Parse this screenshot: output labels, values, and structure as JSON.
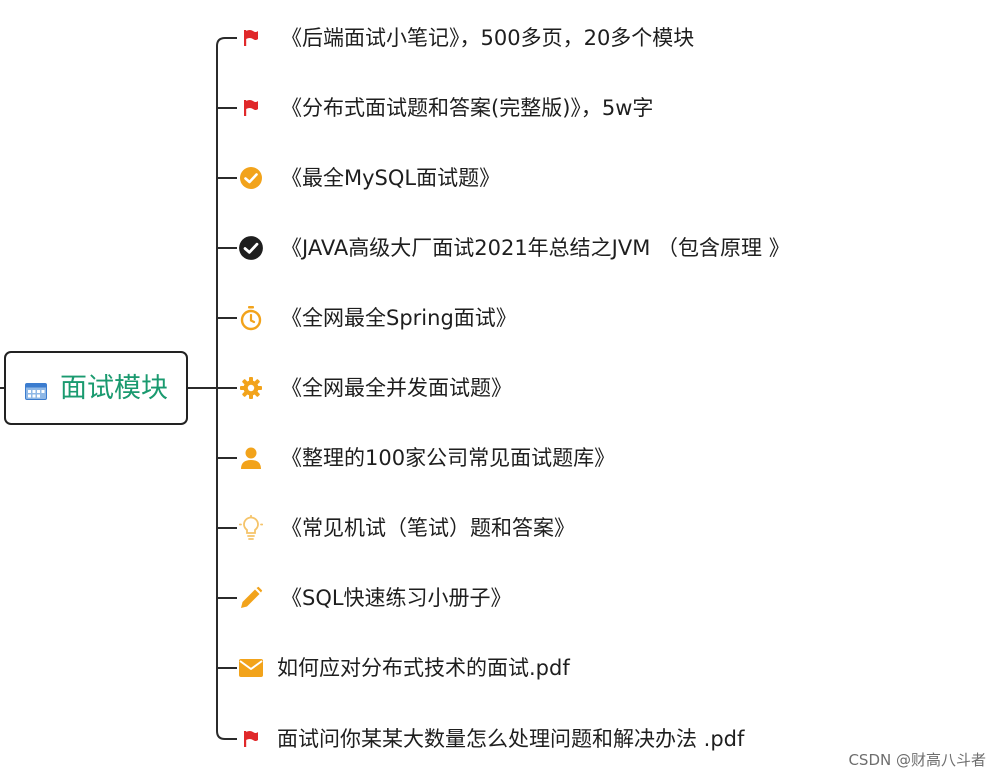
{
  "root": {
    "label": "面试模块",
    "icon": "calendar-icon"
  },
  "branches": [
    {
      "label": "《后端面试小笔记》，500多页，20多个模块",
      "icon": "flag-icon"
    },
    {
      "label": "《分布式面试题和答案(完整版)》，5w字",
      "icon": "flag-icon"
    },
    {
      "label": "《最全MySQL面试题》",
      "icon": "check-circle-icon"
    },
    {
      "label": "《JAVA高级大厂面试2021年总结之JVM （包含原理 》",
      "icon": "check-circle-icon"
    },
    {
      "label": "《全网最全Spring面试》",
      "icon": "stopwatch-icon"
    },
    {
      "label": "《全网最全并发面试题》",
      "icon": "gear-icon"
    },
    {
      "label": "《整理的100家公司常见面试题库》",
      "icon": "person-icon"
    },
    {
      "label": "《常见机试（笔试）题和答案》",
      "icon": "lightbulb-icon"
    },
    {
      "label": "《SQL快速练习小册子》",
      "icon": "pencil-icon"
    },
    {
      "label": "如何应对分布式技术的面试.pdf",
      "icon": "envelope-icon"
    },
    {
      "label": "面试问你某某大数量怎么处理问题和解决办法 .pdf",
      "icon": "flag-icon"
    }
  ],
  "watermark": "CSDN @财高八斗者",
  "colors": {
    "root_text": "#1a9a6f",
    "flag": "#e0282a",
    "orange": "#f2a31b",
    "dark": "#1e1e1e"
  }
}
